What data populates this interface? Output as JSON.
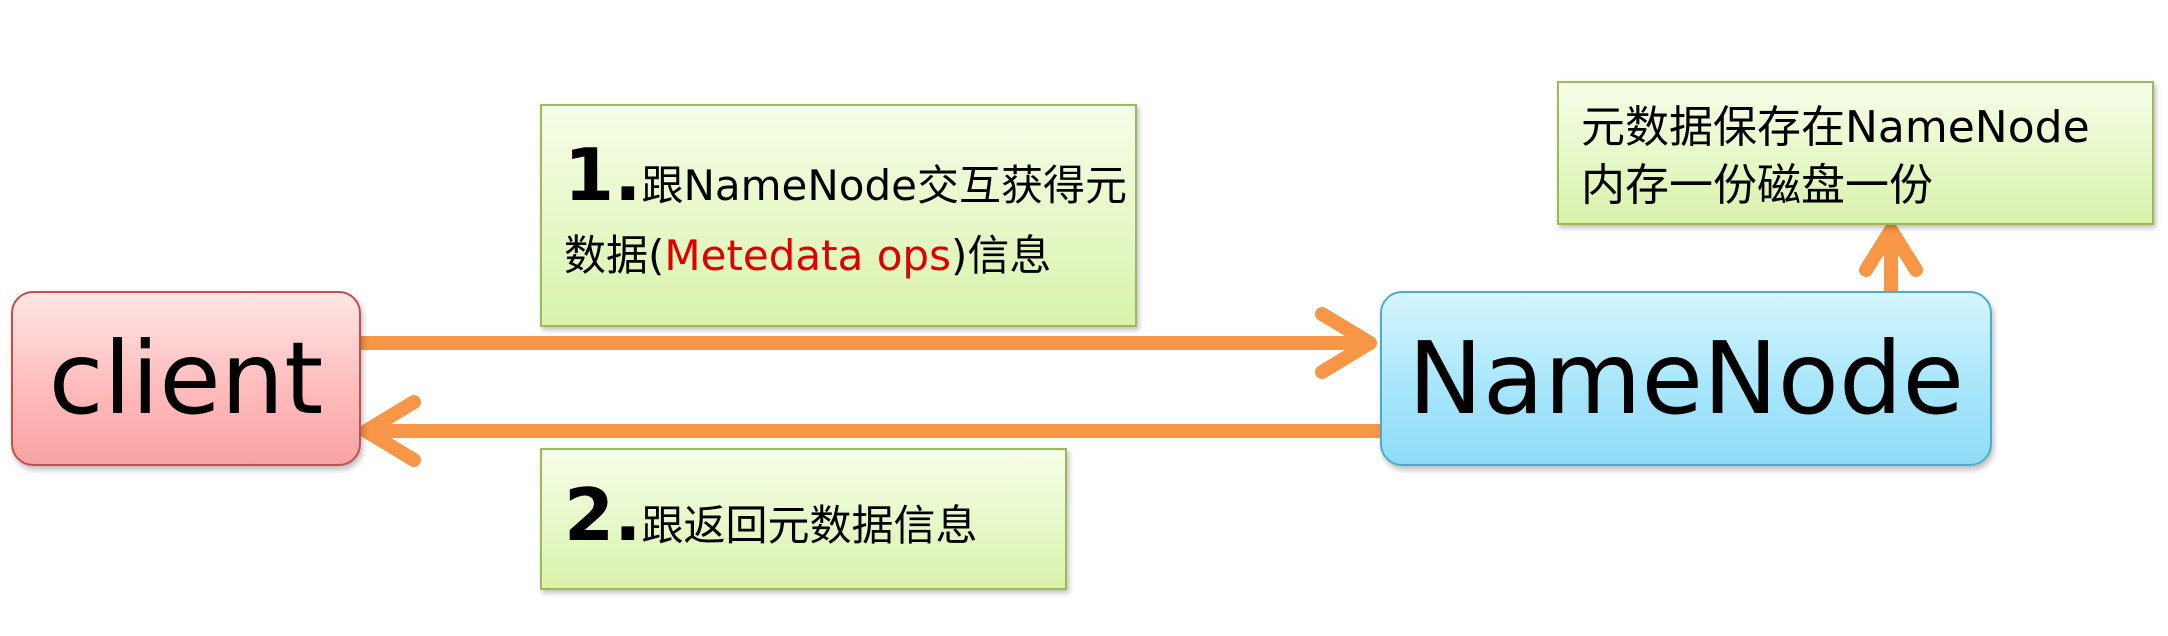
{
  "nodes": {
    "client": "client",
    "namenode": "NameNode"
  },
  "notes": {
    "request": {
      "step": "1.",
      "line1": "跟NameNode交互获得元",
      "line2_before": "数据(",
      "line2_highlight": "Metedata ops",
      "line2_after": ")信息"
    },
    "response": {
      "step": "2.",
      "text": "跟返回元数据信息"
    },
    "storage": {
      "line1": "元数据保存在NameNode",
      "line2": "内存一份磁盘一份"
    }
  },
  "colors": {
    "arrow": "#f79646",
    "client_border": "#c0504d",
    "namenode_border": "#4bacc6",
    "note_border": "#9bbb59",
    "highlight_text": "#e00000"
  }
}
